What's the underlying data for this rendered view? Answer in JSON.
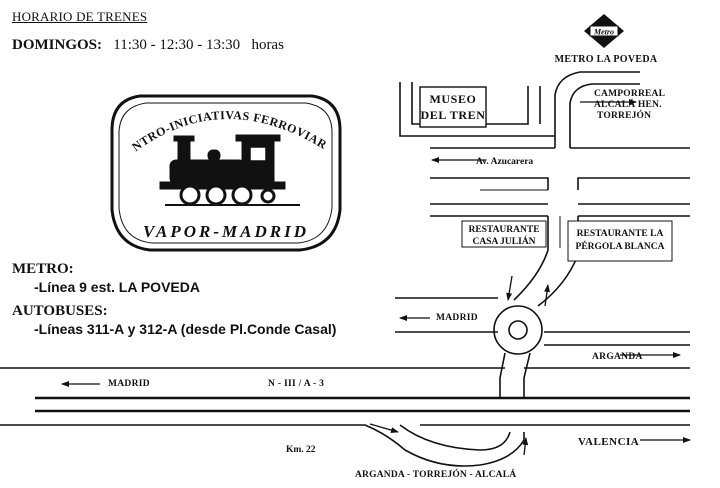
{
  "header": {
    "title": "HORARIO DE TRENES",
    "schedule_label": "DOMINGOS:",
    "times": "11:30 - 12:30 - 13:30",
    "unit": "horas"
  },
  "logo": {
    "top_text": "CENTRO-INICIATIVAS FERROVIARIAS",
    "bottom_text": "VAPOR-MADRID"
  },
  "transport": {
    "metro_heading": "METRO:",
    "metro_line": "-Línea 9  est. LA POVEDA",
    "bus_heading": "AUTOBUSES:",
    "bus_line": "-Líneas 311-A  y  312-A (desde Pl.Conde Casal)"
  },
  "map": {
    "metro_sign": "Metro",
    "metro_station": "METRO LA POVEDA",
    "museum_line1": "MUSEO",
    "museum_line2": "DEL TREN",
    "street": "Av. Azucarera",
    "dest_ne_1": "CAMPORREAL",
    "dest_ne_2": "ALCALÁ HEN.",
    "dest_ne_3": "TORREJÓN",
    "rest1_line1": "RESTAURANTE",
    "rest1_line2": "CASA JULIÁN",
    "rest2_line1": "RESTAURANTE LA",
    "rest2_line2": "PÉRGOLA BLANCA",
    "dir_madrid_mid": "MADRID",
    "dir_arganda": "ARGANDA",
    "dir_madrid_highway": "MADRID",
    "highway": "N - III  /  A - 3",
    "km": "Km. 22",
    "dir_valencia": "VALENCIA",
    "dest_bottom": "ARGANDA - TORREJÓN - ALCALÁ"
  }
}
